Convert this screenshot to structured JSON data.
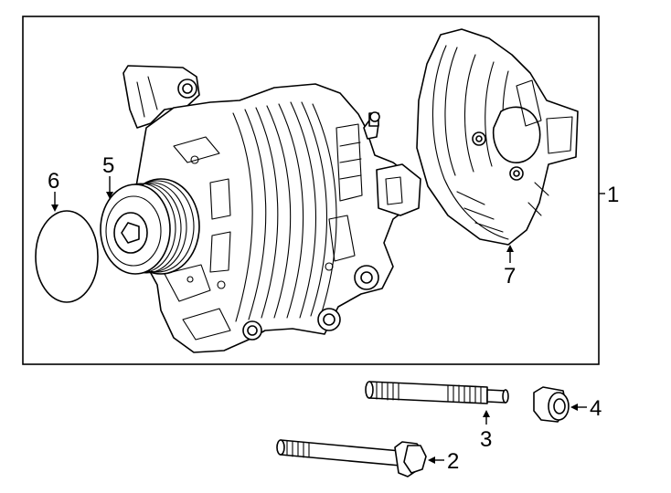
{
  "diagram": {
    "callouts": {
      "assembly": "1",
      "bolt": "2",
      "stud": "3",
      "nut": "4",
      "pulley": "5",
      "cap": "6",
      "cover": "7"
    },
    "colors": {
      "line": "#000000",
      "background": "#ffffff"
    }
  }
}
